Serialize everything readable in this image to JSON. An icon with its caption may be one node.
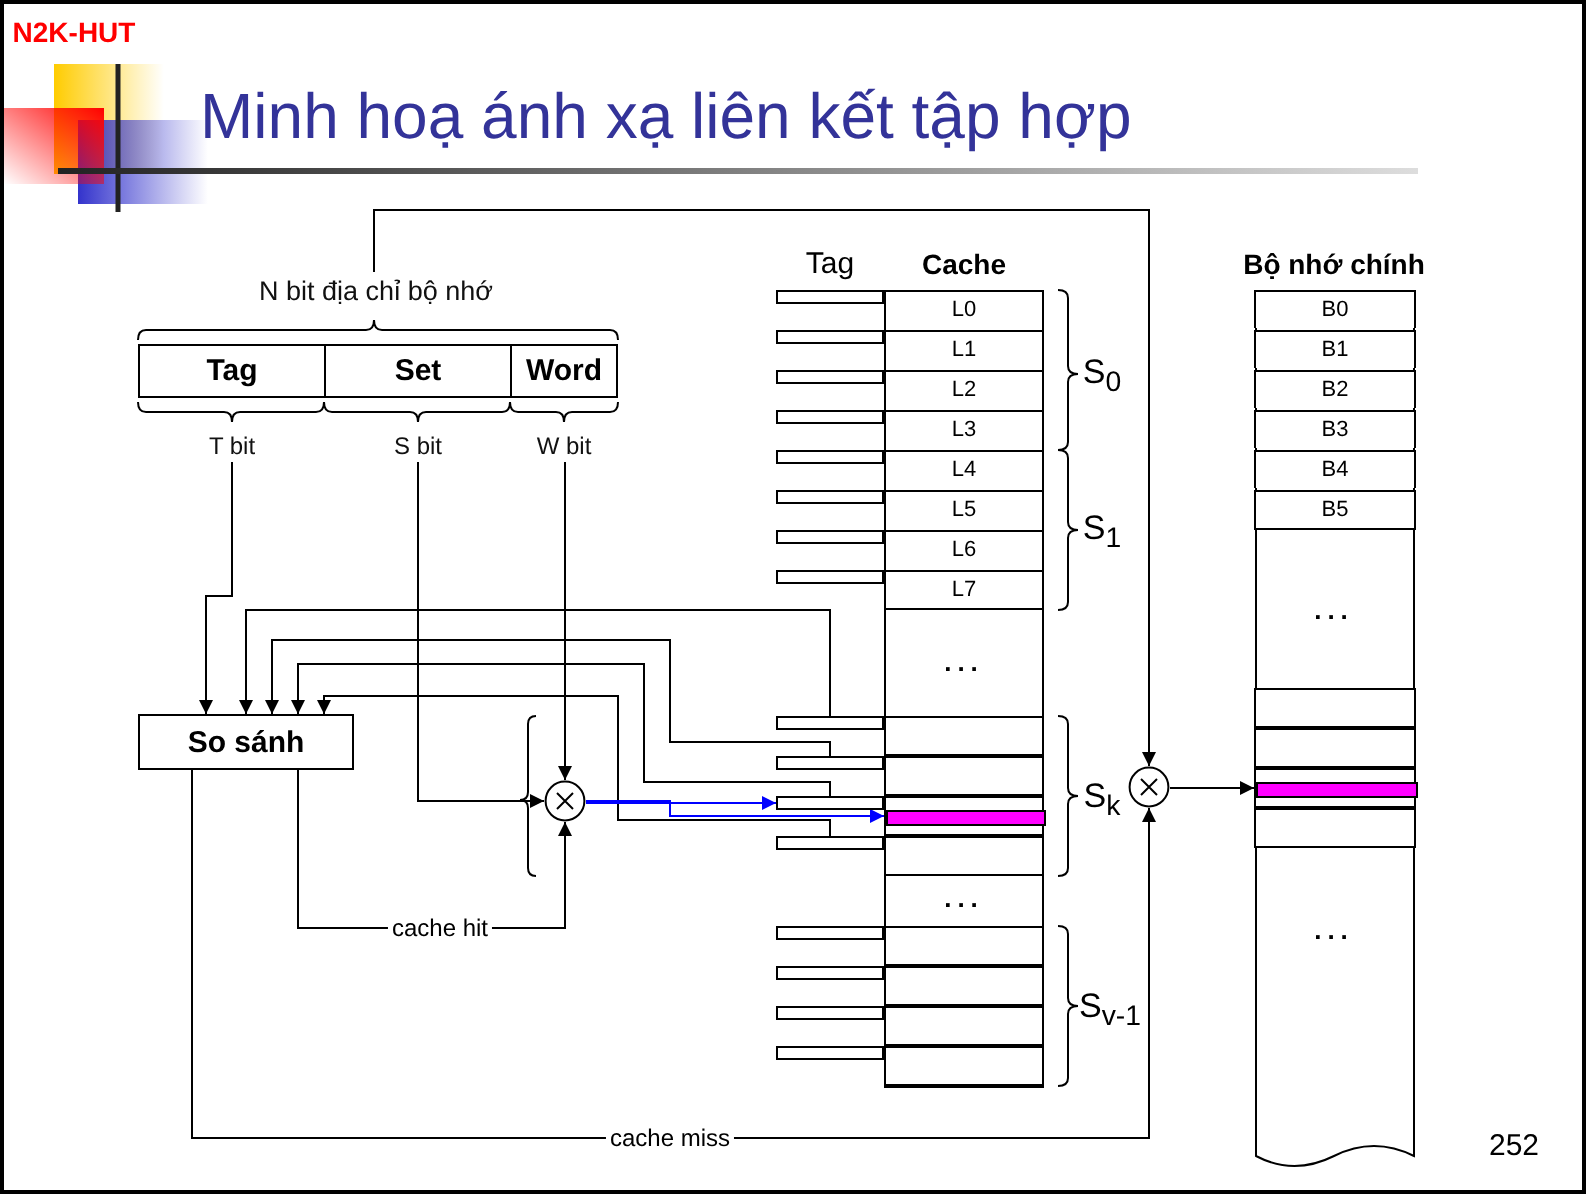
{
  "diagram": {
    "title": "Minh hoạ ánh xạ liên kết tập hợp",
    "nodes": [
      {
        "text": [
          "N bit địa chỉ bộ nhớ"
        ]
      },
      {
        "text": [
          "Tag"
        ]
      },
      {
        "text": [
          "Set"
        ]
      },
      {
        "text": [
          "Word"
        ]
      },
      {
        "text": [
          "T bit"
        ]
      },
      {
        "text": [
          "S bit"
        ]
      },
      {
        "text": [
          "W bit"
        ]
      },
      {
        "text": [
          "So sánh"
        ]
      },
      {
        "text": [],
        "shape": "circle"
      },
      {
        "text": [],
        "shape": "circle"
      },
      {
        "text": [
          "Cache"
        ]
      },
      {
        "text": [
          "L0"
        ],
        "in": 10
      },
      {
        "text": [
          "L1"
        ],
        "in": 10
      },
      {
        "text": [
          "L2"
        ],
        "in": 10
      },
      {
        "text": [
          "L3"
        ],
        "in": 10
      },
      {
        "text": [
          "L4"
        ],
        "in": 10
      },
      {
        "text": [
          "L5"
        ],
        "in": 10
      },
      {
        "text": [
          "L6"
        ],
        "in": 10
      },
      {
        "text": [
          "L7"
        ],
        "in": 10
      },
      {
        "text": [],
        "shape": "box",
        "in": 10
      },
      {
        "text": [],
        "shape": "box",
        "in": 10
      },
      {
        "text": [],
        "shape": "box",
        "in": 10
      },
      {
        "text": [],
        "shape": "box",
        "in": 10
      },
      {
        "text": [],
        "shape": "bar",
        "in": 21
      },
      {
        "text": [],
        "shape": "box",
        "in": 10
      },
      {
        "text": [],
        "shape": "box",
        "in": 10
      },
      {
        "text": [],
        "shape": "box",
        "in": 10
      },
      {
        "text": [],
        "shape": "box",
        "in": 10
      },
      {
        "text": [
          "Bộ nhớ chính"
        ]
      },
      {
        "text": [
          "B0"
        ],
        "in": 28
      },
      {
        "text": [
          "B1"
        ],
        "in": 28
      },
      {
        "text": [
          "B2"
        ],
        "in": 28
      },
      {
        "text": [
          "B3"
        ],
        "in": 28
      },
      {
        "text": [
          "B4"
        ],
        "in": 28
      },
      {
        "text": [
          "B5"
        ],
        "in": 28
      },
      {
        "text": [],
        "shape": "box",
        "in": 28
      },
      {
        "text": [],
        "shape": "box",
        "in": 28
      },
      {
        "text": [],
        "shape": "box",
        "in": 28
      },
      {
        "text": [],
        "shape": "box",
        "in": 28
      },
      {
        "text": [],
        "shape": "bar",
        "in": 37
      },
      {
        "text": [],
        "shape": "box"
      },
      {
        "text": [],
        "shape": "box"
      },
      {
        "text": [],
        "shape": "box"
      },
      {
        "text": [],
        "shape": "box"
      },
      {
        "text": [],
        "shape": "box"
      },
      {
        "text": [],
        "shape": "box"
      },
      {
        "text": [],
        "shape": "box"
      },
      {
        "text": [],
        "shape": "box"
      },
      {
        "text": [],
        "shape": "box"
      },
      {
        "text": [],
        "shape": "box"
      },
      {
        "text": [],
        "shape": "box"
      },
      {
        "text": [],
        "shape": "box"
      },
      {
        "text": [],
        "shape": "box"
      },
      {
        "text": [],
        "shape": "box"
      },
      {
        "text": [],
        "shape": "box"
      },
      {
        "text": [],
        "shape": "box"
      }
    ],
    "edges": [
      {
        "from": 4,
        "to": 7,
        "arrow": "to"
      },
      {
        "from": 5,
        "to": 8,
        "arrow": "to"
      },
      {
        "from": 6,
        "to": 8,
        "arrow": "to"
      },
      {
        "from": 48,
        "to": 7,
        "arrow": "to"
      },
      {
        "from": 49,
        "to": 7,
        "arrow": "to"
      },
      {
        "from": 50,
        "to": 7,
        "arrow": "to"
      },
      {
        "from": 51,
        "to": 7,
        "arrow": "to"
      },
      {
        "from": 7,
        "to": 8,
        "label": "cache hit",
        "arrow": "to"
      },
      {
        "from": 7,
        "to": 9,
        "label": "cache miss",
        "arrow": "to"
      },
      {
        "from": 0,
        "to": 9,
        "arrow": "to"
      },
      {
        "from": 8,
        "to": 50,
        "arrow": "to",
        "color": "#0000ff"
      },
      {
        "from": 8,
        "to": 23,
        "arrow": "to",
        "color": "#0000ff"
      },
      {
        "from": 9,
        "to": 39,
        "arrow": "to"
      }
    ],
    "labels": [
      "N2K-HUT",
      "Tag",
      "...",
      "S$_{0}$",
      "S$_{1}$",
      "S$_{k}$",
      "...",
      "S$_{v-1}$",
      "...",
      "...",
      "252"
    ]
  }
}
